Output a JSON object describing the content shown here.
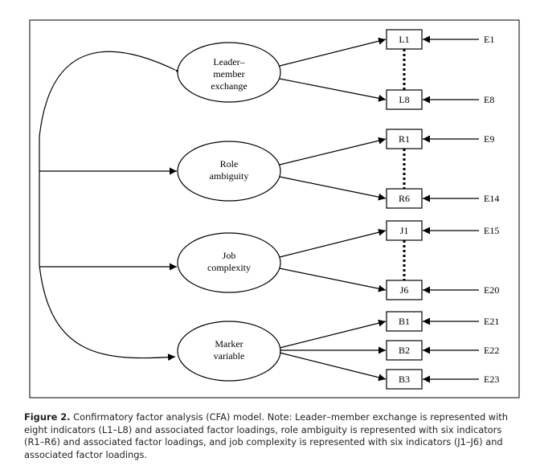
{
  "factors": [
    {
      "id": "lmx",
      "lines": [
        "Leader–",
        "member",
        "exchange"
      ]
    },
    {
      "id": "role",
      "lines": [
        "Role",
        "ambiguity"
      ]
    },
    {
      "id": "job",
      "lines": [
        "Job",
        "complexity"
      ]
    },
    {
      "id": "marker",
      "lines": [
        "Marker",
        "variable"
      ]
    }
  ],
  "indicators": [
    {
      "label": "L1",
      "error": "E1"
    },
    {
      "label": "L8",
      "error": "E8"
    },
    {
      "label": "R1",
      "error": "E9"
    },
    {
      "label": "R6",
      "error": "E14"
    },
    {
      "label": "J1",
      "error": "E15"
    },
    {
      "label": "J6",
      "error": "E20"
    },
    {
      "label": "B1",
      "error": "E21"
    },
    {
      "label": "B2",
      "error": "E22"
    },
    {
      "label": "B3",
      "error": "E23"
    }
  ],
  "caption": {
    "label": "Figure 2.",
    "text": " Confirmatory factor analysis (CFA) model. Note: Leader–member exchange is represented with eight indicators (L1–L8) and associated factor loadings, role ambiguity is represented with six indicators (R1–R6) and associated factor loadings, and job complexity is represented with six indicators (J1–J6) and associated factor loadings."
  }
}
